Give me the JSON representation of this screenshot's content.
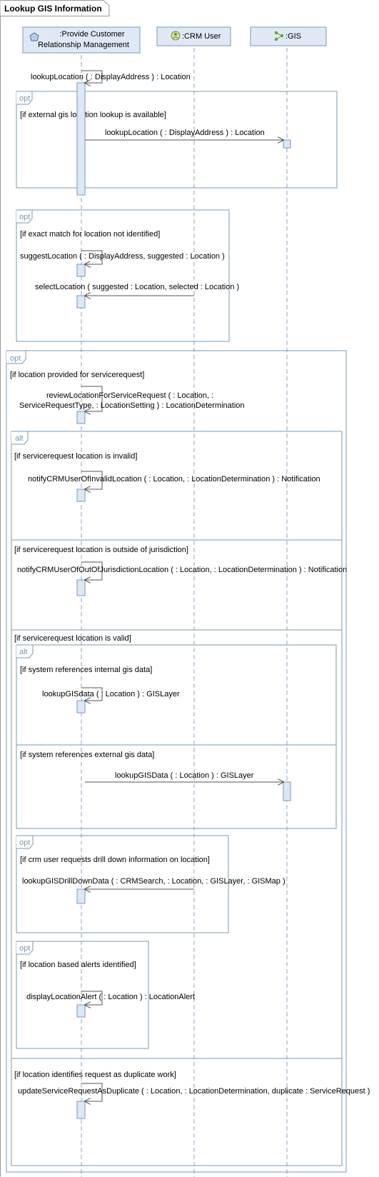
{
  "frame_title": "Lookup GIS Information",
  "lifelines": [
    {
      "label_line1": ":Provide Customer",
      "label_line2": "Relationship Management",
      "icon": "component-icon"
    },
    {
      "label_line1": ":CRM User",
      "label_line2": "",
      "icon": "actor-icon"
    },
    {
      "label_line1": ":GIS",
      "label_line2": "",
      "icon": "node-icon"
    }
  ],
  "fragments": [
    {
      "operator": "opt",
      "guards": [
        "[if external gis location lookup is available]"
      ]
    },
    {
      "operator": "opt",
      "guards": [
        "[if exact match for location not identified]"
      ]
    },
    {
      "operator": "opt",
      "guards": [
        "[if location provided for servicerequest]",
        "[if location identifies request as duplicate work]"
      ]
    },
    {
      "operator": "alt",
      "guards": [
        "[if servicerequest location is invalid]",
        "[if servicerequest location is outside of jurisdiction]",
        "[if servicerequest location is valid]"
      ]
    },
    {
      "operator": "alt",
      "guards": [
        "[if system references internal gis data]",
        "[if system references external gis data]"
      ]
    },
    {
      "operator": "opt",
      "guards": [
        "[if crm user requests drill down information on location]"
      ]
    },
    {
      "operator": "opt",
      "guards": [
        "[if location based alerts identified]"
      ]
    }
  ],
  "messages": [
    {
      "text": "lookupLocation (  : DisplayAddress ) : Location",
      "text2": ""
    },
    {
      "text": "lookupLocation (  : DisplayAddress ) : Location",
      "text2": ""
    },
    {
      "text": "suggestLocation (  : DisplayAddress, suggested : Location )",
      "text2": ""
    },
    {
      "text": "selectLocation ( suggested : Location, selected : Location )",
      "text2": ""
    },
    {
      "text": "reviewLocationForServiceRequest (  : Location,  :",
      "text2": "ServiceRequestType,  : LocationSetting ) : LocationDetermination"
    },
    {
      "text": "notifyCRMUserOfInvalidLocation (  : Location,  : LocationDetermination ) : Notification",
      "text2": ""
    },
    {
      "text": "notifyCRMUserOfOutOfJurisdictionLocation (  : Location,  : LocationDetermination ) : Notification",
      "text2": ""
    },
    {
      "text": "lookupGISdata (  : Location ) : GISLayer",
      "text2": ""
    },
    {
      "text": "lookupGISData (  : Location ) : GISLayer",
      "text2": ""
    },
    {
      "text": "lookupGISDrillDownData (  : CRMSearch,  : Location,  : GISLayer,  : GISMap )",
      "text2": ""
    },
    {
      "text": "displayLocationAlert (  : Location ) : LocationAlert",
      "text2": ""
    },
    {
      "text": "updateServiceRequestAsDuplicate (  : Location,  : LocationDetermination, duplicate : ServiceRequest )",
      "text2": ""
    }
  ],
  "colors": {
    "fragment_border": "#7a98b6",
    "header_fill": "#dfe9f5",
    "header_border": "#7a98b6",
    "activation_fill": "#dce8f6",
    "activation_border": "#7a98b6",
    "lifeline": "#8aa5c1",
    "message_line": "#555555"
  }
}
